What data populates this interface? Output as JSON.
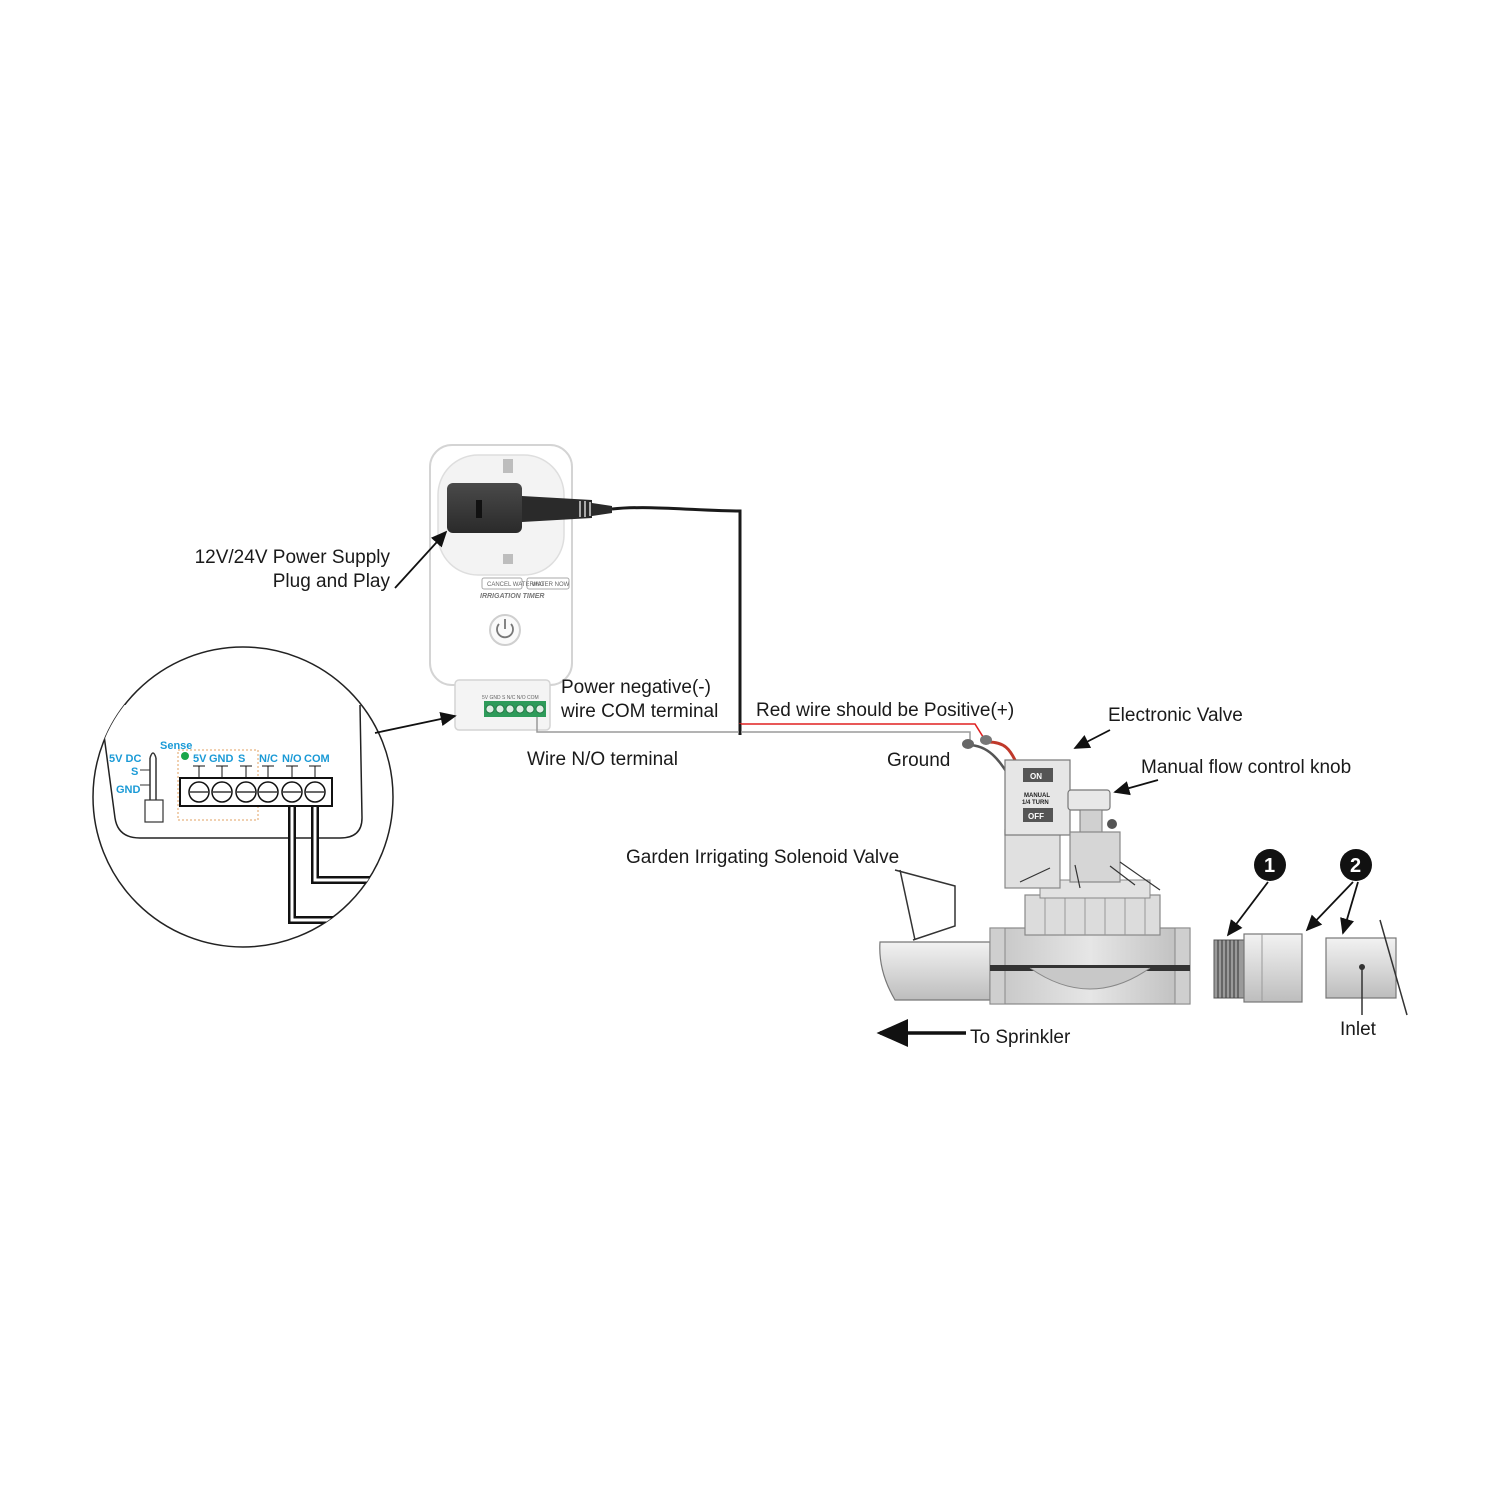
{
  "labels": {
    "power_supply_line1": "12V/24V Power Supply",
    "power_supply_line2": "Plug and Play",
    "power_negative_line1": "Power negative(-)",
    "power_negative_line2": "wire COM terminal",
    "wire_no": "Wire N/O terminal",
    "red_wire": "Red wire should be Positive(+)",
    "electronic_valve": "Electronic Valve",
    "ground": "Ground",
    "manual_knob": "Manual flow control knob",
    "solenoid_valve": "Garden Irrigating Solenoid Valve",
    "to_sprinkler": "To Sprinkler",
    "inlet": "Inlet"
  },
  "timer": {
    "brand": "IRRIGATION TIMER",
    "cancel_btn": "CANCEL WATERING",
    "water_btn": "WATER NOW",
    "terminal_strip": "5V GND S N/C N/O COM"
  },
  "zoom": {
    "sense": "Sense",
    "jack_5vdc": "5V DC",
    "jack_s": "S",
    "jack_gnd": "GND",
    "terminals": [
      "5V",
      "GND",
      "S",
      "N/C",
      "N/O",
      "COM"
    ]
  },
  "valve": {
    "on": "ON",
    "off": "OFF",
    "manual_line1": "MANUAL",
    "manual_line2": "1/4 TURN"
  },
  "badges": [
    "1",
    "2"
  ],
  "colors": {
    "terminal_label": "#1a9ad6",
    "red_wire": "#e02020",
    "terminal_block": "#2e9b5a",
    "sense_dot": "#1aa64a",
    "valve_body": "#d6d6d6"
  }
}
